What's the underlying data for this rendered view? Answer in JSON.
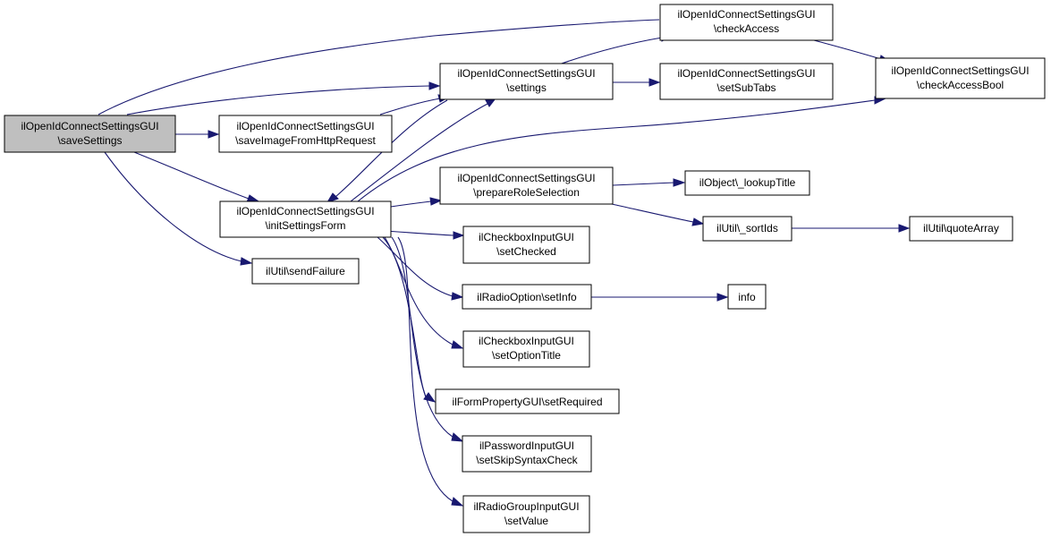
{
  "colors": {
    "edge": "#191970",
    "root_fill": "#bfbfbf",
    "node_fill": "#ffffff",
    "border": "#000000"
  },
  "nodes": {
    "saveSettings": {
      "lines": [
        "ilOpenIdConnectSettingsGUI",
        "\\saveSettings"
      ]
    },
    "saveImageFromHttpRequest": {
      "lines": [
        "ilOpenIdConnectSettingsGUI",
        "\\saveImageFromHttpRequest"
      ]
    },
    "initSettingsForm": {
      "lines": [
        "ilOpenIdConnectSettingsGUI",
        "\\initSettingsForm"
      ]
    },
    "sendFailure": {
      "lines": [
        "ilUtil\\sendFailure"
      ]
    },
    "settings": {
      "lines": [
        "ilOpenIdConnectSettingsGUI",
        "\\settings"
      ]
    },
    "checkAccess": {
      "lines": [
        "ilOpenIdConnectSettingsGUI",
        "\\checkAccess"
      ]
    },
    "setSubTabs": {
      "lines": [
        "ilOpenIdConnectSettingsGUI",
        "\\setSubTabs"
      ]
    },
    "checkAccessBool": {
      "lines": [
        "ilOpenIdConnectSettingsGUI",
        "\\checkAccessBool"
      ]
    },
    "prepareRoleSelection": {
      "lines": [
        "ilOpenIdConnectSettingsGUI",
        "\\prepareRoleSelection"
      ]
    },
    "lookupTitle": {
      "lines": [
        "ilObject\\_lookupTitle"
      ]
    },
    "sortIds": {
      "lines": [
        "ilUtil\\_sortIds"
      ]
    },
    "quoteArray": {
      "lines": [
        "ilUtil\\quoteArray"
      ]
    },
    "setChecked": {
      "lines": [
        "ilCheckboxInputGUI",
        "\\setChecked"
      ]
    },
    "setInfo": {
      "lines": [
        "ilRadioOption\\setInfo"
      ]
    },
    "info": {
      "lines": [
        "info"
      ]
    },
    "setOptionTitle": {
      "lines": [
        "ilCheckboxInputGUI",
        "\\setOptionTitle"
      ]
    },
    "setRequired": {
      "lines": [
        "ilFormPropertyGUI\\setRequired"
      ]
    },
    "setSkipSyntaxCheck": {
      "lines": [
        "ilPasswordInputGUI",
        "\\setSkipSyntaxCheck"
      ]
    },
    "setValue": {
      "lines": [
        "ilRadioGroupInputGUI",
        "\\setValue"
      ]
    }
  }
}
